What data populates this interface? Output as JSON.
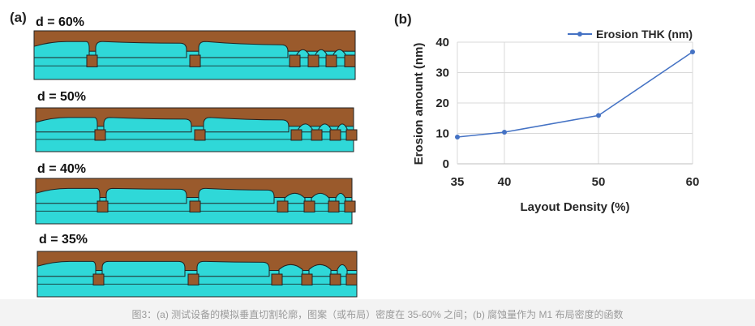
{
  "panel_a": {
    "label": "(a)",
    "profiles": [
      {
        "title": "d = 60%"
      },
      {
        "title": "d = 50%"
      },
      {
        "title": "d = 40%"
      },
      {
        "title": "d = 35%"
      }
    ]
  },
  "panel_b": {
    "label": "(b)"
  },
  "caption": "图3：(a) 测试设备的模拟垂直切割轮廓，图案（或布局）密度在 35-60% 之间；(b) 腐蚀量作为 M1 布局密度的函数",
  "colors": {
    "copper": "#9a5a2c",
    "dielectric": "#2fd8d8",
    "line": "#4472c4",
    "grid": "#d9d9d9"
  },
  "chart_data": {
    "type": "line",
    "x": [
      35,
      40,
      50,
      60
    ],
    "series": [
      {
        "name": "Erosion THK (nm)",
        "values": [
          8.8,
          10.4,
          15.9,
          36.8
        ]
      }
    ],
    "xlabel": "Layout Density (%)",
    "ylabel": "Erosion amount (nm)",
    "xticks": [
      "35",
      "40",
      "50",
      "60"
    ],
    "yticks": [
      "0",
      "10",
      "20",
      "30",
      "40"
    ],
    "ylim": [
      0,
      40
    ],
    "grid": true,
    "legend": "top-right"
  }
}
